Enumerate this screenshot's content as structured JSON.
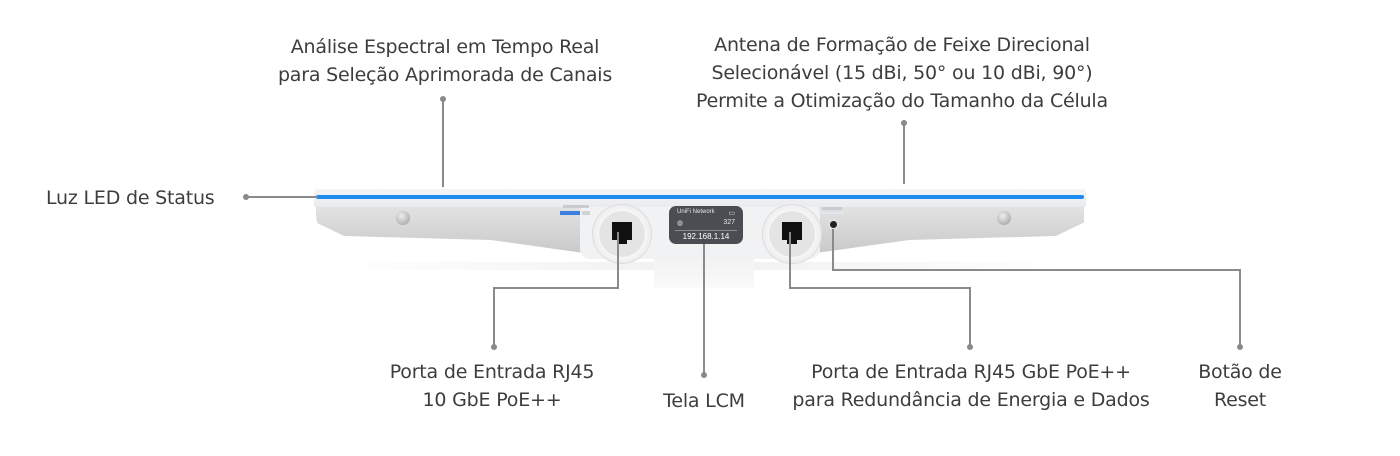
{
  "diagram": {
    "subject": "Ponto de acesso UniFi (vista frontal)",
    "colors": {
      "background": "#ffffff",
      "text": "#3d3d3d",
      "leader_line": "#8a8a8a",
      "status_led": "#1e8bf0",
      "lcm_screen": "#4b4d52"
    },
    "callouts": {
      "spectral": {
        "lines": [
          "Análise Espectral em Tempo Real",
          "para Seleção Aprimorada de Canais"
        ]
      },
      "antenna": {
        "lines": [
          "Antena de Formação de Feixe Direcional",
          "Selecionável (15 dBi, 50° ou 10 dBi, 90°)",
          "Permite a Otimização do Tamanho da Célula"
        ]
      },
      "status_led": {
        "lines": [
          "Luz LED de Status"
        ]
      },
      "port_10gbe": {
        "lines": [
          "Porta de Entrada RJ45",
          "10 GbE PoE++"
        ]
      },
      "lcm": {
        "lines": [
          "Tela LCM"
        ]
      },
      "port_gbe": {
        "lines": [
          "Porta de Entrada RJ45 GbE PoE++",
          "para Redundância de Energia e Dados"
        ]
      },
      "reset": {
        "lines": [
          "Botão de",
          "Reset"
        ]
      }
    },
    "lcm_screen": {
      "title": "UniFi Network",
      "monitor_icon": "monitor-icon",
      "globe_icon": "globe-icon",
      "count": "327",
      "ip": "192.168.1.14"
    }
  }
}
